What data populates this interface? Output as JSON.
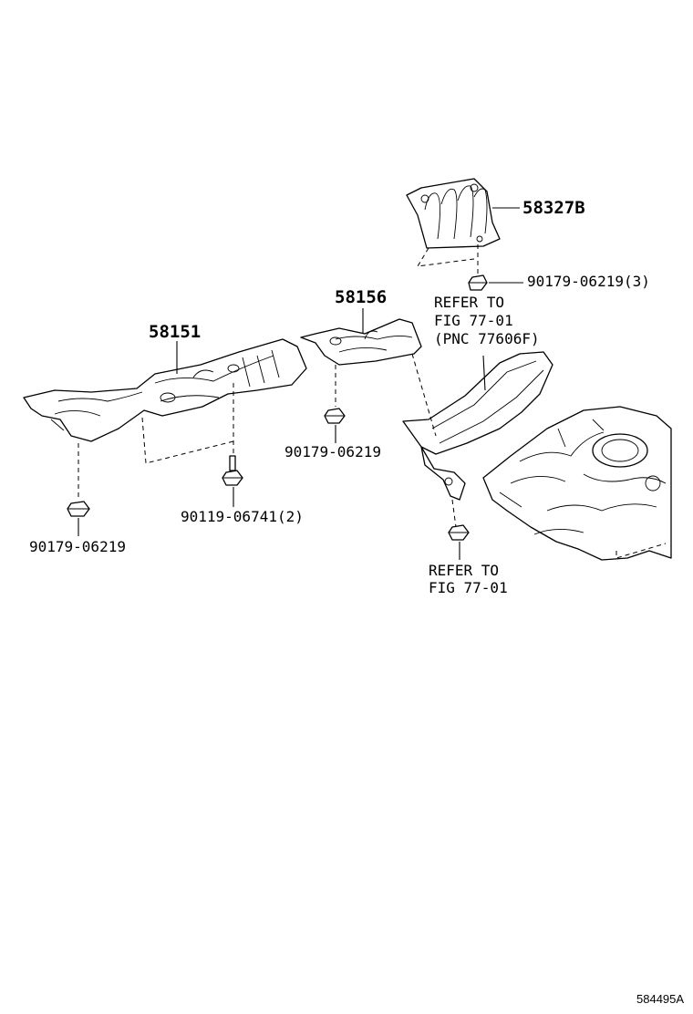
{
  "labels": {
    "p58327b": "58327B",
    "p90179_3": "90179-06219(3)",
    "p58156": "58156",
    "p58151": "58151",
    "refer1_line1": "REFER TO",
    "refer1_line2": "FIG 77-01",
    "refer1_line3": "(PNC 77606F)",
    "p90179_mid": "90179-06219",
    "p90119": "90119-06741(2)",
    "p90179_left": "90179-06219",
    "refer2_line1": "REFER TO",
    "refer2_line2": "FIG 77-01",
    "diagram_id": "584495A"
  }
}
